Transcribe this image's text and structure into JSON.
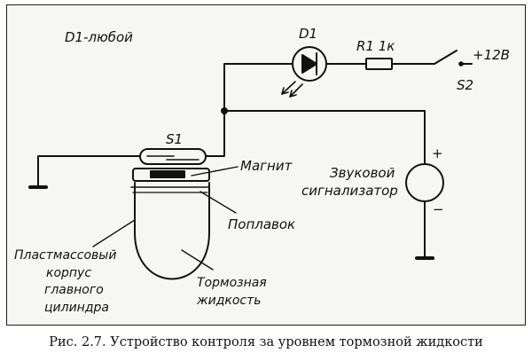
{
  "labels": {
    "d1_note": "D1-любой",
    "d1": "D1",
    "r1": "R1 1к",
    "supply": "+12В",
    "s2": "S2",
    "s1": "S1",
    "magnet": "Магнит",
    "alarm_line1": "Звуковой",
    "alarm_line2": "сигнализатор",
    "plus": "+",
    "minus": "−",
    "float": "Поплавок",
    "housing_line1": "Пластмассовый",
    "housing_line2": "корпус",
    "housing_line3": "главного",
    "housing_line4": "цилиндра",
    "fluid_line1": "Тормозная",
    "fluid_line2": "жидкость"
  },
  "caption": "Рис. 2.7. Устройство контроля за уровнем тормозной жидкости",
  "colors": {
    "ink": "#111111",
    "background": "#f6f6f4"
  }
}
